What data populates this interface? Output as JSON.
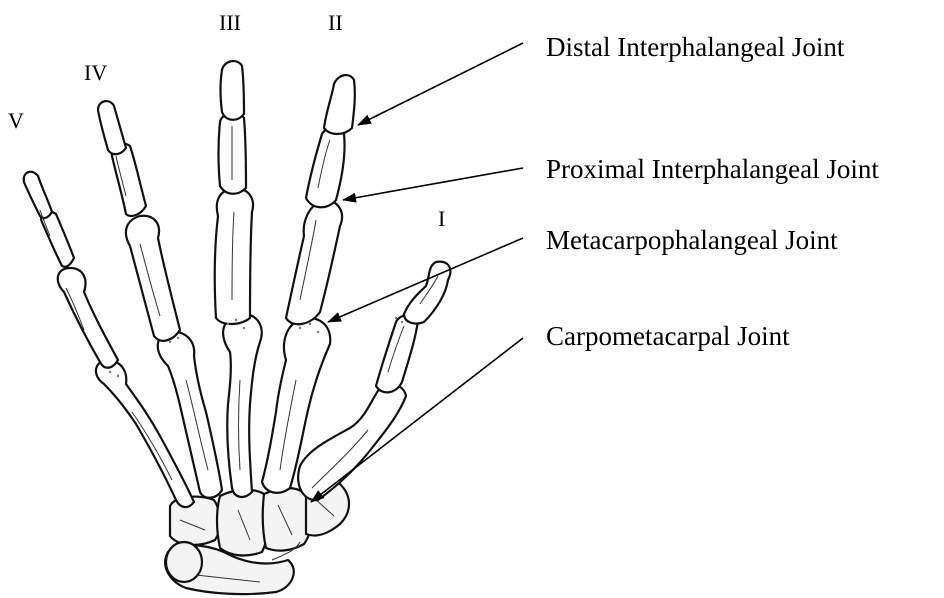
{
  "joint_labels": {
    "distal_interphalangeal": "Distal Interphalangeal Joint",
    "proximal_interphalangeal": "Proximal Interphalangeal Joint",
    "metacarpophalangeal": "Metacarpophalangeal Joint",
    "carpometacarpal": "Carpometacarpal Joint"
  },
  "digit_labels": {
    "thumb": "I",
    "index": "II",
    "middle": "III",
    "ring": "IV",
    "little": "V"
  },
  "colors": {
    "line": "#000000",
    "background": "#ffffff"
  }
}
